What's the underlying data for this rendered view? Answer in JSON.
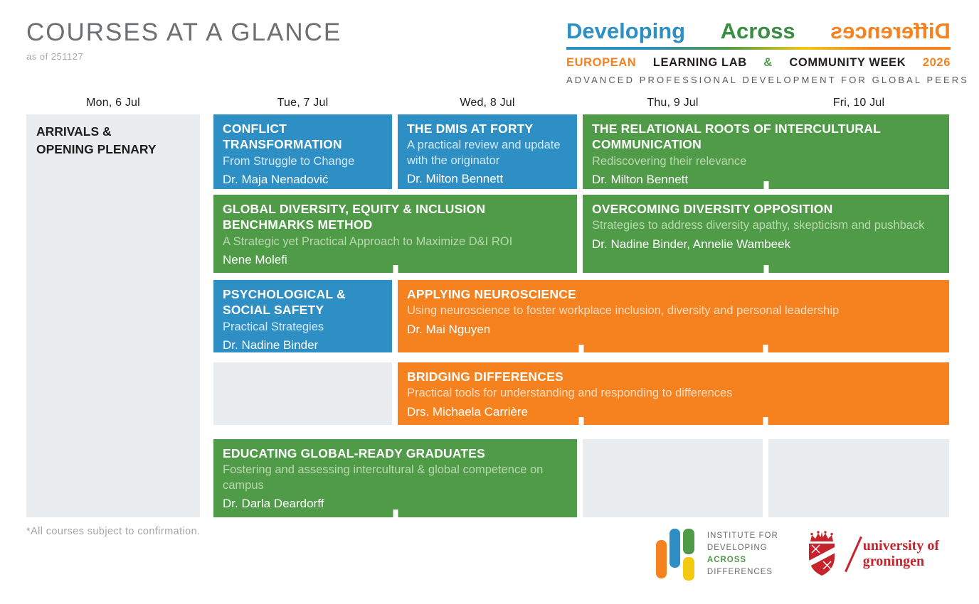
{
  "header": {
    "title": "COURSES AT A GLANCE",
    "as_of": "as of 251127"
  },
  "brand": {
    "word1": "Developing",
    "word2": "Across",
    "word3": "Differences",
    "word3_note": "rendered mirrored in logo",
    "line2": {
      "european": "EUROPEAN",
      "learning_lab": "LEARNING LAB",
      "ampersand": "&",
      "community_week": "COMMUNITY WEEK",
      "year": "2026"
    },
    "tagline": "ADVANCED PROFESSIONAL DEVELOPMENT FOR GLOBAL PEERS"
  },
  "palette": {
    "blue": "#2E8FC5",
    "green": "#4F9B48",
    "brand_green": "#3A8E44",
    "orange": "#F5821F",
    "yellow": "#F2C811",
    "empty_cell": "#EAEDF0",
    "rug_red": "#C5242C"
  },
  "days": [
    "Mon,  6 Jul",
    "Tue,  7 Jul",
    "Wed,  8 Jul",
    "Thu, 9 Jul",
    "Fri,  10 Jul"
  ],
  "schedule": {
    "monday_block": {
      "line1": "ARRIVALS &",
      "line2": "OPENING PLENARY"
    },
    "courses": [
      {
        "title": "CONFLICT TRANSFORMATION",
        "subtitle": "From Struggle to Change",
        "presenter": "Dr. Maja Nenadović",
        "color": "blue",
        "day": 2,
        "span": 1,
        "row": 1
      },
      {
        "title": "THE DMIS AT FORTY",
        "subtitle": "A practical review and update with the originator",
        "presenter": "Dr. Milton Bennett",
        "color": "blue",
        "day": 3,
        "span": 1,
        "row": 1
      },
      {
        "title": "THE RELATIONAL ROOTS OF INTERCULTURAL COMMUNICATION",
        "subtitle": "Rediscovering their relevance",
        "presenter": "Dr. Milton Bennett",
        "color": "green",
        "day": 4,
        "span": 2,
        "row": 1
      },
      {
        "title": "GLOBAL DIVERSITY, EQUITY & INCLUSION BENCHMARKS METHOD",
        "subtitle": "A Strategic yet Practical Approach to Maximize D&I ROI",
        "presenter": "Nene Molefi",
        "color": "green",
        "day": 2,
        "span": 2,
        "row": 2
      },
      {
        "title": "OVERCOMING DIVERSITY OPPOSITION",
        "subtitle": "Strategies to address diversity apathy, skepticism and pushback",
        "presenter": "Dr. Nadine Binder, Annelie Wambeek",
        "color": "green",
        "day": 4,
        "span": 2,
        "row": 2
      },
      {
        "title": "PSYCHOLOGICAL & SOCIAL SAFETY",
        "subtitle": "Practical Strategies",
        "presenter": "Dr. Nadine Binder",
        "color": "blue",
        "day": 2,
        "span": 1,
        "row": 3
      },
      {
        "title": "APPLYING NEUROSCIENCE",
        "subtitle": "Using neuroscience to foster workplace inclusion, diversity and personal leadership",
        "presenter": "Dr. Mai Nguyen",
        "color": "orange",
        "day": 3,
        "span": 3,
        "row": 3
      },
      {
        "title": "BRIDGING DIFFERENCES",
        "subtitle": "Practical tools for understanding and responding to differences",
        "presenter": "Drs. Michaela Carrière",
        "color": "orange",
        "day": 3,
        "span": 3,
        "row": 4
      },
      {
        "title": "EDUCATING GLOBAL-READY GRADUATES",
        "subtitle": "Fostering and assessing intercultural & global competence on campus",
        "presenter": "Dr. Darla Deardorff",
        "color": "green",
        "day": 2,
        "span": 2,
        "row": 5
      }
    ],
    "empty_cells": [
      {
        "day": 2,
        "row": 4
      },
      {
        "day": 4,
        "row": 5
      },
      {
        "day": 5,
        "row": 5
      }
    ]
  },
  "footnote": "*All courses subject to confirmation.",
  "footer": {
    "idad": {
      "line1": "INSTITUTE FOR",
      "line2": "DEVELOPING",
      "line3": "ACROSS",
      "line4": "DIFFERENCES"
    },
    "rug": {
      "line1": "university of",
      "line2": "groningen"
    }
  }
}
